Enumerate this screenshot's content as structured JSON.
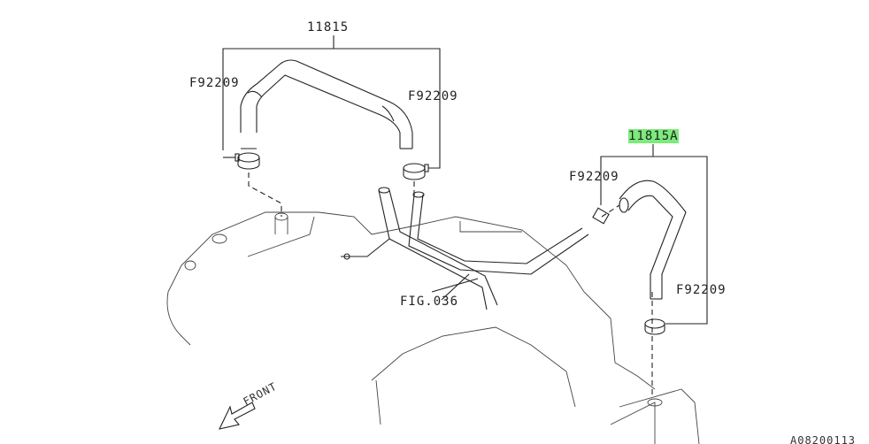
{
  "labels": {
    "part_top": "11815",
    "part_right": "11815A",
    "clamp_top_left": "F92209",
    "clamp_top_right": "F92209",
    "clamp_right_upper": "F92209",
    "clamp_right_lower": "F92209",
    "fig_ref": "FIG.036",
    "front": "FRONT",
    "diagram_id": "A08200113"
  },
  "colors": {
    "highlight": "#7CEB7C",
    "line": "#222222"
  }
}
